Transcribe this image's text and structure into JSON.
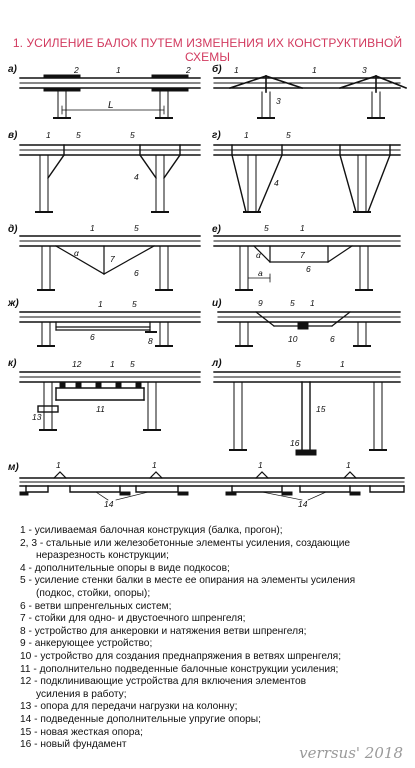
{
  "title": "1. УСИЛЕНИЕ БАЛОК ПУТЕМ ИЗМЕНЕНИЯ ИХ КОНСТРУКТИВНОЙ СХЕМЫ",
  "panels": {
    "a": {
      "letter": "а)",
      "labels": [
        "1",
        "2",
        "2"
      ],
      "span_label": "L"
    },
    "b": {
      "letter": "б)",
      "labels": [
        "1",
        "1",
        "3",
        "3"
      ]
    },
    "v": {
      "letter": "в)",
      "labels": [
        "1",
        "5",
        "5",
        "4"
      ]
    },
    "g": {
      "letter": "г)",
      "labels": [
        "1",
        "5",
        "4"
      ]
    },
    "d": {
      "letter": "д)",
      "labels": [
        "1",
        "5",
        "7",
        "6"
      ],
      "angle_label": "α"
    },
    "e": {
      "letter": "е)",
      "labels": [
        "5",
        "1",
        "7",
        "6"
      ],
      "angle_label": "α",
      "dim_label": "a"
    },
    "zh": {
      "letter": "ж)",
      "labels": [
        "1",
        "5",
        "6",
        "8"
      ]
    },
    "i": {
      "letter": "и)",
      "labels": [
        "9",
        "5",
        "1",
        "10",
        "6"
      ]
    },
    "k": {
      "letter": "к)",
      "labels": [
        "12",
        "1",
        "5",
        "13",
        "11"
      ]
    },
    "l": {
      "letter": "л)",
      "labels": [
        "5",
        "1",
        "15",
        "16"
      ]
    },
    "m": {
      "letter": "м)",
      "labels": [
        "1",
        "1",
        "1",
        "1",
        "14",
        "14"
      ]
    }
  },
  "legend": [
    {
      "text": "1 - усиливаемая балочная конструкция (балка, прогон);"
    },
    {
      "text": "2, 3 - стальные или железобетонные элементы усиления, создающие",
      "cont": "неразрезность конструкции;"
    },
    {
      "text": "4 - дополнительные опоры в виде подкосов;"
    },
    {
      "text": "5 - усиление стенки балки в месте ее опирания на элементы усиления",
      "cont": "(подкос, стойки, опоры);"
    },
    {
      "text": "6 - ветви шпренгельных систем;"
    },
    {
      "text": "7 - стойки для одно- и двустоечного шпренгеля;"
    },
    {
      "text": "8 - устройство для анкеровки и натяжения ветви шпренгеля;"
    },
    {
      "text": "9 - анкерующее устройство;"
    },
    {
      "text": "10 - устройство для создания преднапряжения в ветвях шпренгеля;"
    },
    {
      "text": "11 - дополнительно подведенные балочные конструкции усиления;"
    },
    {
      "text": "12 - подклинивающие устройства для включения элементов",
      "cont": "усиления в работу;"
    },
    {
      "text": "13 - опора для передачи нагрузки на колонну;"
    },
    {
      "text": "14 - подведенные дополнительные упругие опоры;"
    },
    {
      "text": "15 - новая жесткая опора;"
    },
    {
      "text": "16 - новый фундамент"
    }
  ],
  "watermark": "verrsus' 2018"
}
